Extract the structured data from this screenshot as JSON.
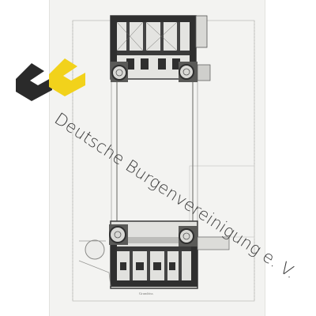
{
  "watermark": {
    "text": "Deutsche Burgenvereinigung e. V.",
    "logo_name": "deutsche-burgenvereinigung-logo"
  },
  "plan": {
    "caption": "Grundriss"
  },
  "colors": {
    "paper": "#f3f3f1",
    "ink": "#555555",
    "wall_dark": "#2f2f2f",
    "logo_dark": "#2a2a2a",
    "logo_yellow": "#f2d21b",
    "watermark_text": "#3a3a3a"
  }
}
